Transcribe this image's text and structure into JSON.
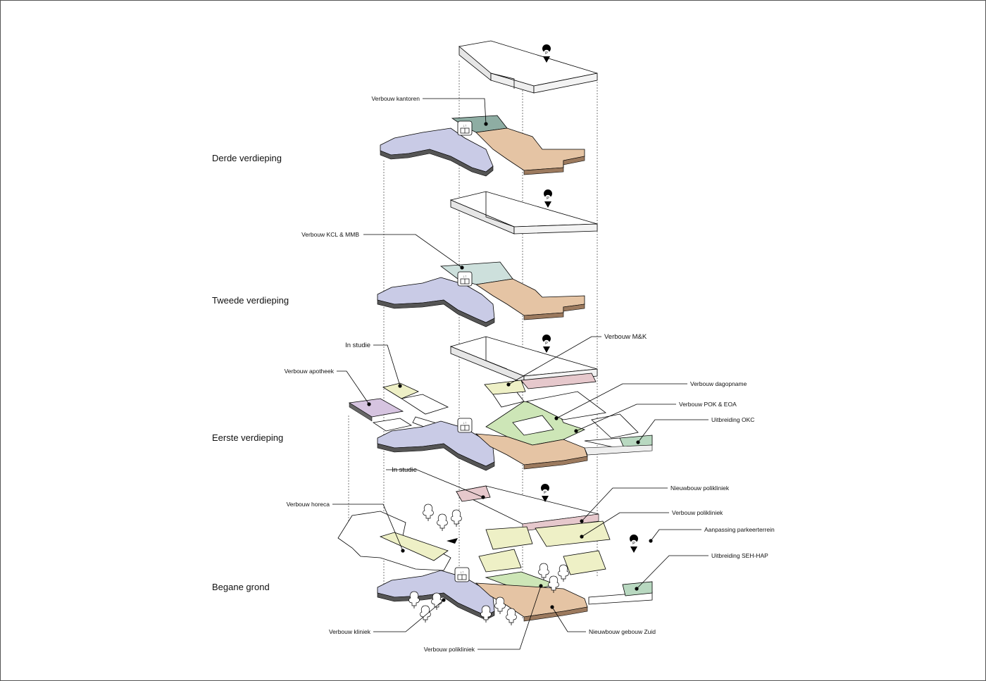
{
  "floors": {
    "derde": "Derde verdieping",
    "tweede": "Tweede verdieping",
    "eerste": "Eerste verdieping",
    "begane": "Begane grond"
  },
  "callouts": {
    "kantoren": "Verbouw kantoren",
    "kcl_mmb": "Verbouw KCL & MMB",
    "in_studie_1": "In studie",
    "apotheek": "Verbouw apotheek",
    "mk": "Verbouw M&K",
    "dagopname": "Verbouw dagopname",
    "pok_eoa": "Verbouw POK & EOA",
    "okc": "Uitbreiding OKC",
    "in_studie_2": "In studie",
    "nieuwbouw_poli": "Nieuwbouw polikliniek",
    "verbouw_poli_r": "Verbouw polikliniek",
    "parkeer": "Aanpassing parkeerterrein",
    "horeca": "Verbouw horeca",
    "seh": "Uitbreiding SEH-HAP",
    "kliniek": "Verbouw kliniek",
    "zuid": "Nieuwbouw gebouw Zuid",
    "verbouw_poli_b": "Verbouw polikliniek"
  },
  "icons": {
    "parking": "parking-marker-icon",
    "elevator": "elevator-icon",
    "tree": "tree-icon",
    "entrance": "entrance-arrow-icon"
  },
  "colors": {
    "clinic_blue": "#c9cbe6",
    "brown": "#e5c4a4",
    "teal_dark": "#8eada3",
    "teal_light": "#cde0dc",
    "purple": "#d6c4e0",
    "yellow": "#eef0c6",
    "green": "#cde6b7",
    "pink": "#e6c8cc",
    "mint": "#b8d8c0"
  }
}
